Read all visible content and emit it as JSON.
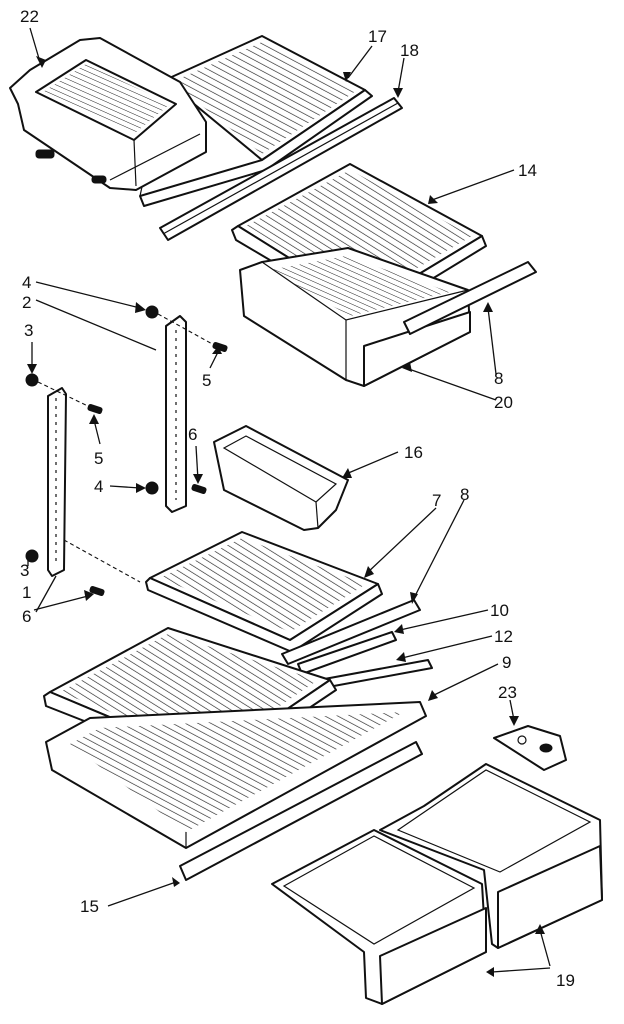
{
  "diagram": {
    "callouts": {
      "c22": "22",
      "c17": "17",
      "c18": "18",
      "c14": "14",
      "c4a": "4",
      "c2": "2",
      "c3a": "3",
      "c5a": "5",
      "c8a": "8",
      "c20": "20",
      "c6a": "6",
      "c5b": "5",
      "c4b": "4",
      "c16": "16",
      "c7": "7",
      "c8b": "8",
      "c3b": "3",
      "c1": "1",
      "c6b": "6",
      "c10": "10",
      "c12": "12",
      "c9": "9",
      "c23": "23",
      "c15": "15",
      "c19": "19"
    }
  }
}
